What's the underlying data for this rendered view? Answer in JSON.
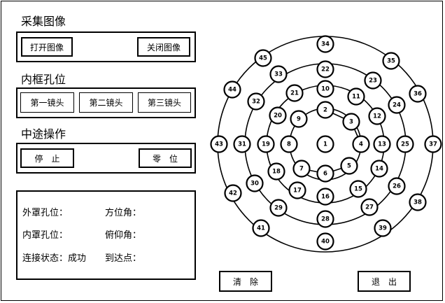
{
  "capture": {
    "title": "采集图像",
    "open_label": "打开图像",
    "close_label": "关闭图像"
  },
  "inner_frame": {
    "title": "内框孔位",
    "lens1_label": "第一镜头",
    "lens2_label": "第二镜头",
    "lens3_label": "第三镜头"
  },
  "midway": {
    "title": "中途操作",
    "stop_label": "停止",
    "zero_label": "零位"
  },
  "status": {
    "outer_hole_label": "外罩孔位：",
    "inner_hole_label": "内罩孔位：",
    "connection_label": "连接状态：",
    "connection_value": "成功",
    "azimuth_label": "方位角：",
    "pitch_label": "俯仰角：",
    "arrival_label": "到达点："
  },
  "bottom": {
    "clear_label": "清除",
    "exit_label": "退出"
  },
  "holes": [
    {
      "id": "1"
    },
    {
      "id": "2"
    },
    {
      "id": "3"
    },
    {
      "id": "4"
    },
    {
      "id": "5"
    },
    {
      "id": "6"
    },
    {
      "id": "7"
    },
    {
      "id": "8"
    },
    {
      "id": "9"
    },
    {
      "id": "10"
    },
    {
      "id": "11"
    },
    {
      "id": "12"
    },
    {
      "id": "13"
    },
    {
      "id": "14"
    },
    {
      "id": "15"
    },
    {
      "id": "16"
    },
    {
      "id": "17"
    },
    {
      "id": "18"
    },
    {
      "id": "19"
    },
    {
      "id": "20"
    },
    {
      "id": "21"
    },
    {
      "id": "22"
    },
    {
      "id": "23"
    },
    {
      "id": "24"
    },
    {
      "id": "25"
    },
    {
      "id": "26"
    },
    {
      "id": "27"
    },
    {
      "id": "28"
    },
    {
      "id": "29"
    },
    {
      "id": "30"
    },
    {
      "id": "31"
    },
    {
      "id": "32"
    },
    {
      "id": "33"
    },
    {
      "id": "34"
    },
    {
      "id": "35"
    },
    {
      "id": "36"
    },
    {
      "id": "37"
    },
    {
      "id": "38"
    },
    {
      "id": "39"
    },
    {
      "id": "40"
    },
    {
      "id": "41"
    },
    {
      "id": "42"
    },
    {
      "id": "43"
    },
    {
      "id": "44"
    },
    {
      "id": "45"
    }
  ]
}
